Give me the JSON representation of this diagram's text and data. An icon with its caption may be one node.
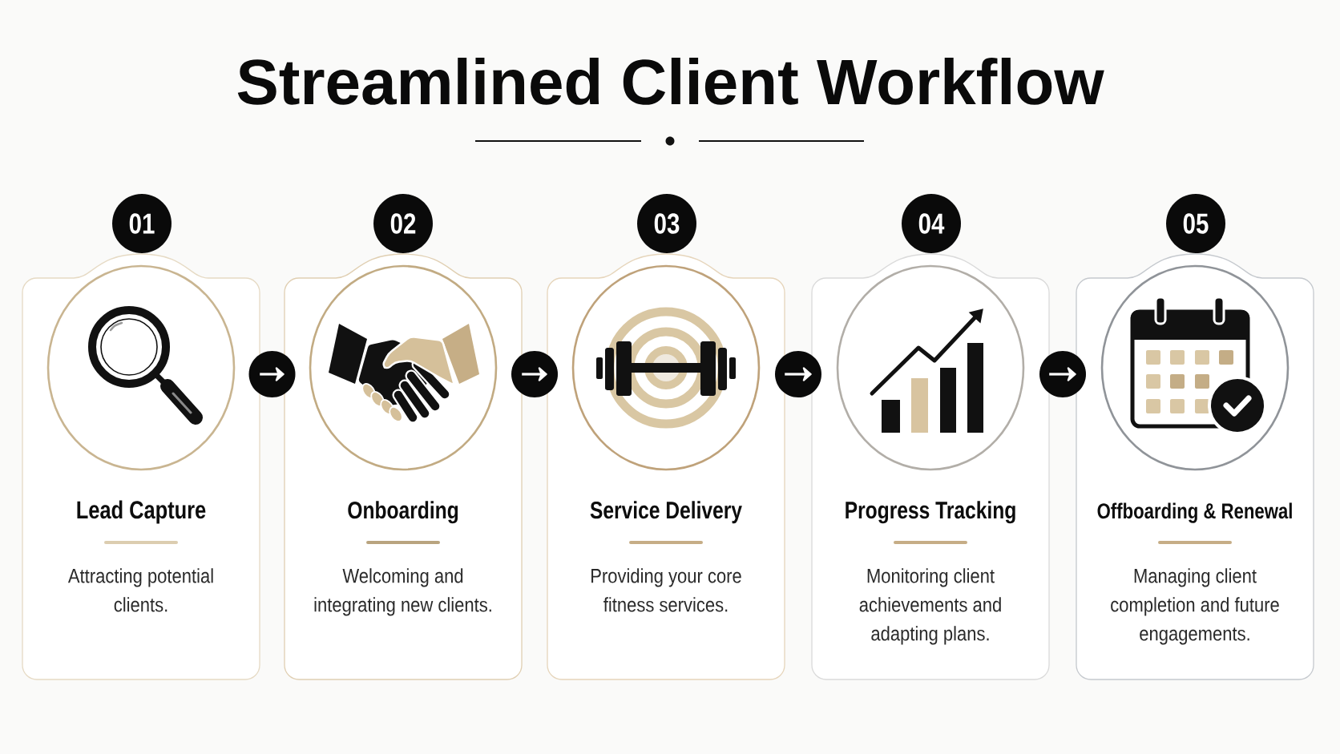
{
  "diagram": {
    "title": "Streamlined Client Workflow",
    "nodes": [
      {
        "text": [
          "01"
        ]
      },
      {
        "text": [
          "02"
        ]
      },
      {
        "text": [
          "03"
        ]
      },
      {
        "text": [
          "04"
        ]
      },
      {
        "text": [
          "05"
        ]
      },
      {
        "text": [
          "Lead Capture",
          "Attracting potential clients."
        ]
      },
      {
        "text": [
          "Onboarding",
          "Welcoming and integrating new clients."
        ]
      },
      {
        "text": [
          "Service Delivery",
          "Providing your core fitness services."
        ]
      },
      {
        "text": [
          "Progress Tracking",
          "Monitoring client achievements and adapting plans."
        ]
      },
      {
        "text": [
          "Offboarding & Renewal",
          "Managing client completion and future engagements."
        ]
      }
    ],
    "edges": [
      {
        "from": 5,
        "to": 6,
        "arrow": "to"
      },
      {
        "from": 6,
        "to": 7,
        "arrow": "to"
      },
      {
        "from": 7,
        "to": 8,
        "arrow": "to"
      },
      {
        "from": 8,
        "to": 9,
        "arrow": "to"
      }
    ]
  }
}
